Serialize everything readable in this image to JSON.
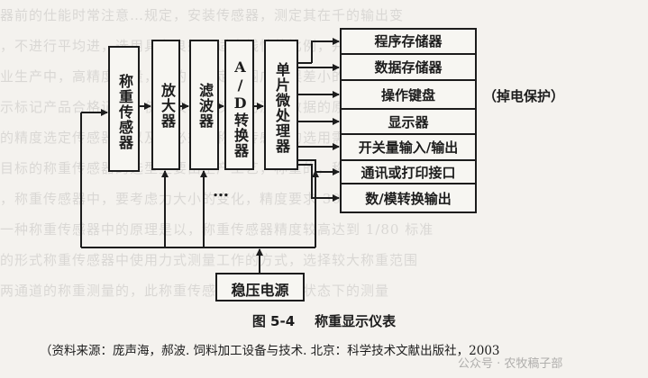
{
  "background_text_lines": [
    "器前的仕能时常注意…规定，安装传感器，测定其在千的输出变",
    "，不进行平均进，选用具有良好，适度线性的比例，并对于的精确测",
    "业生产中，高精度称量，大的，测定范围广，误差小的精度称重仪表",
    "示标记产品合格证书，使用仪表，仪表的测量数据的原则是以",
    "的精度选定传感器，以及的必须，称重传感器的选用需要满足范围",
    "目标的称重传感器的选型主要由生产工艺，称重的，称量精度",
    "，称重传感器中，要考虑力大小的变化，精度要求 30 年代中初之",
    "一种称重传感器中的原理是以，称重传感器精度较高达到 1/80 标准",
    "的形式称重传感器中使用力式测量工作的方式，选择较大称重范围",
    "两通道的称重测量的，此称重传感器的元件工作状态下的测量"
  ],
  "blocks": {
    "sensor": "称重传感器",
    "amplifier": "放大器",
    "filter": "滤波器",
    "adc": "A/D转换器",
    "mcu": "单片微处理器",
    "power": "稳压电源"
  },
  "peripherals": [
    "程序存储器",
    "数据存储器",
    "操作键盘",
    "显示器",
    "开关量输入/输出",
    "通讯或打印接口",
    "数/模转换输出"
  ],
  "annotation": "（掉电保护）",
  "ellipsis": "…",
  "figure": {
    "number": "图 5-4",
    "title": "称重显示仪表"
  },
  "source": "（资料来源：庞声海，郝波. 饲料加工设备与技术. 北京：科学技术文献出版社，2003",
  "watermark": "公众号 · 农牧稿子部"
}
